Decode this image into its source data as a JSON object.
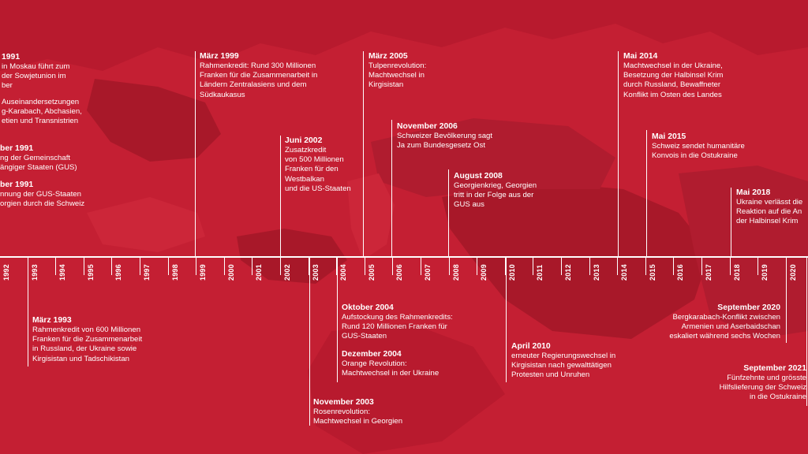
{
  "colors": {
    "background": "#c41f33",
    "land_dark": "#a81829",
    "text": "#ffffff"
  },
  "timeline": {
    "years": [
      "1992",
      "1993",
      "1994",
      "1995",
      "1996",
      "1997",
      "1998",
      "1999",
      "2000",
      "2001",
      "2002",
      "2003",
      "2004",
      "2005",
      "2006",
      "2007",
      "2008",
      "2009",
      "2010",
      "2011",
      "2012",
      "2013",
      "2014",
      "2015",
      "2016",
      "2017",
      "2018",
      "2019",
      "2020"
    ]
  },
  "events": {
    "e1991a": {
      "date": "1991",
      "text": "in Moskau führt zum\nder Sowjetunion im\nber"
    },
    "e1991b": {
      "date": "",
      "text": "Auseinandersetzungen\ng-Karabach, Abchasien,\netien und Transnistrien"
    },
    "e1991c": {
      "date": "ber 1991",
      "text": "ng der Gemeinschaft\nängiger Staaten (GUS)"
    },
    "e1991d": {
      "date": "ber 1991",
      "text": "nnung der GUS-Staaten\norgien durch die Schweiz"
    },
    "e1993": {
      "date": "März 1993",
      "text": "Rahmenkredit von 600 Millionen\nFranken für die Zusammenarbeit\nin Russland, der Ukraine sowie\nKirgisistan und Tadschikistan"
    },
    "e1999": {
      "date": "März 1999",
      "text": "Rahmenkredit: Rund 300 Millionen\nFranken für die Zusammenarbeit in\nLändern Zentralasiens und dem\nSüdkaukasus"
    },
    "e2002": {
      "date": "Juni 2002",
      "text": "Zusatzkredit\nvon 500 Millionen\nFranken für den\nWestbalkan\nund die US-Staaten"
    },
    "e2003": {
      "date": "November 2003",
      "text": "Rosenrevolution:\nMachtwechsel in Georgien"
    },
    "e2004a": {
      "date": "Oktober 2004",
      "text": "Aufstockung des Rahmenkredits:\nRund 120 Millionen Franken für\nGUS-Staaten"
    },
    "e2004b": {
      "date": "Dezember 2004",
      "text": "Orange Revolution:\nMachtwechsel in der Ukraine"
    },
    "e2005": {
      "date": "März 2005",
      "text": "Tulpenrevolution:\nMachtwechsel in\nKirgisistan"
    },
    "e2006": {
      "date": "November 2006",
      "text": "Schweizer Bevölkerung sagt\nJa zum Bundesgesetz Ost"
    },
    "e2008": {
      "date": "August 2008",
      "text": "Georgienkrieg, Georgien\ntritt in der Folge aus der\nGUS aus"
    },
    "e2010": {
      "date": "April 2010",
      "text": "erneuter Regierungswechsel in\nKirgisistan nach gewalttätigen\nProtesten und Unruhen"
    },
    "e2014": {
      "date": "Mai 2014",
      "text": "Machtwechsel in der Ukraine,\nBesetzung der Halbinsel Krim\ndurch Russland, Bewaffneter\nKonflikt im Osten des Landes"
    },
    "e2015": {
      "date": "Mai 2015",
      "text": "Schweiz sendet humanitäre\nKonvois in die Ostukraine"
    },
    "e2018": {
      "date": "Mai 2018",
      "text": "Ukraine verlässt die\nReaktion auf die An\nder Halbinsel Krim"
    },
    "e2020": {
      "date": "September 2020",
      "text": "Bergkarabach-Konflikt zwischen\nArmenien und Aserbaidschan\neskaliert während sechs Wochen"
    },
    "e2021": {
      "date": "September 2021",
      "text": "Fünfzehnte und grösste\nHilfslieferung der Schweiz\nin die Ostukraine"
    }
  }
}
